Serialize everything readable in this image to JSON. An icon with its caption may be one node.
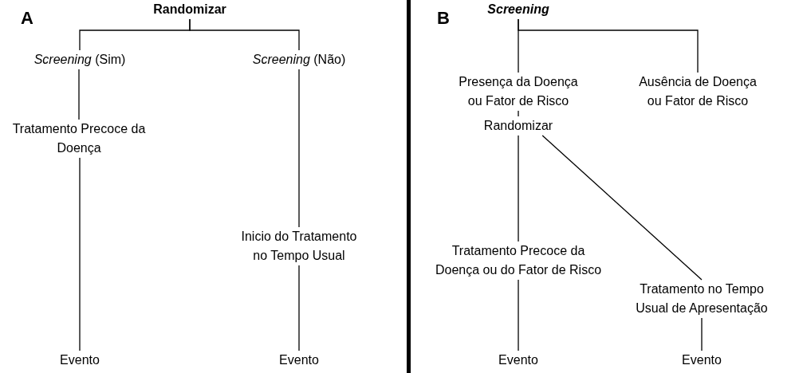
{
  "diagram": {
    "nodes": [
      {
        "text": [
          "Randomizar"
        ]
      },
      {
        "text": [
          "*Screening* (Sim)"
        ]
      },
      {
        "text": [
          "*Screening* (Não)"
        ]
      },
      {
        "text": [
          "Tratamento Precoce da Doença"
        ]
      },
      {
        "text": [
          "Inicio do Tratamento no Tempo Usual"
        ]
      },
      {
        "text": [
          "Evento"
        ]
      },
      {
        "text": [
          "Evento"
        ]
      },
      {
        "text": [
          "Screening"
        ]
      },
      {
        "text": [
          "Presença da Doença ou Fator de Risco"
        ]
      },
      {
        "text": [
          "Ausência de Doença ou Fator de Risco"
        ]
      },
      {
        "text": [
          "Randomizar"
        ]
      },
      {
        "text": [
          "Tratamento Precoce da Doença ou do Fator de Risco"
        ]
      },
      {
        "text": [
          "Tratamento no Tempo Usual de Apresentação"
        ]
      },
      {
        "text": [
          "Evento"
        ]
      },
      {
        "text": [
          "Evento"
        ]
      }
    ],
    "edges": [
      {
        "from": 0,
        "to": 1,
        "arrow": "none"
      },
      {
        "from": 0,
        "to": 2,
        "arrow": "none"
      },
      {
        "from": 1,
        "to": 3,
        "arrow": "none"
      },
      {
        "from": 3,
        "to": 5,
        "arrow": "none"
      },
      {
        "from": 2,
        "to": 4,
        "arrow": "none"
      },
      {
        "from": 4,
        "to": 6,
        "arrow": "none"
      },
      {
        "from": 7,
        "to": 8,
        "arrow": "none"
      },
      {
        "from": 7,
        "to": 9,
        "arrow": "none"
      },
      {
        "from": 8,
        "to": 10,
        "arrow": "none"
      },
      {
        "from": 10,
        "to": 11,
        "arrow": "none"
      },
      {
        "from": 10,
        "to": 12,
        "arrow": "none"
      },
      {
        "from": 11,
        "to": 13,
        "arrow": "none"
      },
      {
        "from": 12,
        "to": 14,
        "arrow": "none"
      }
    ],
    "labels": [
      "A",
      "B"
    ]
  }
}
